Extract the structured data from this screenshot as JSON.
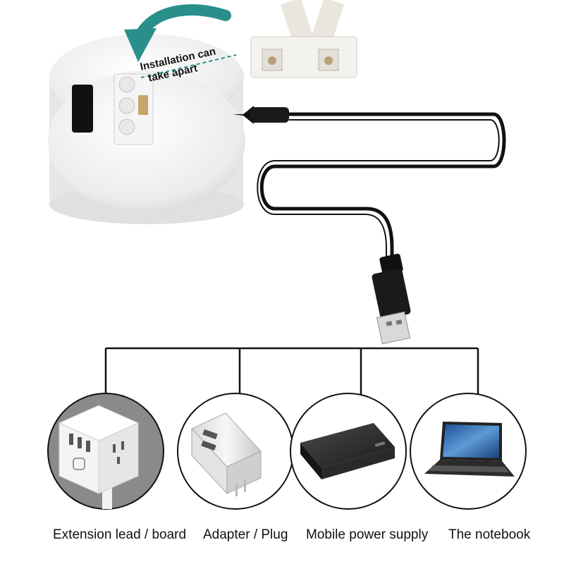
{
  "annotation": {
    "line1": "Installation can",
    "line2": "take apart"
  },
  "devices": [
    {
      "label": "Extension lead / board",
      "icon": "power-cube-icon"
    },
    {
      "label": "Adapter / Plug",
      "icon": "wall-adapter-icon"
    },
    {
      "label": "Mobile power supply",
      "icon": "power-bank-icon"
    },
    {
      "label": "The notebook",
      "icon": "laptop-icon"
    }
  ],
  "colors": {
    "arrow": "#2a8f8a",
    "cable": "#111111",
    "base": "#f2f2f2",
    "screen": "#3b6fb0"
  }
}
